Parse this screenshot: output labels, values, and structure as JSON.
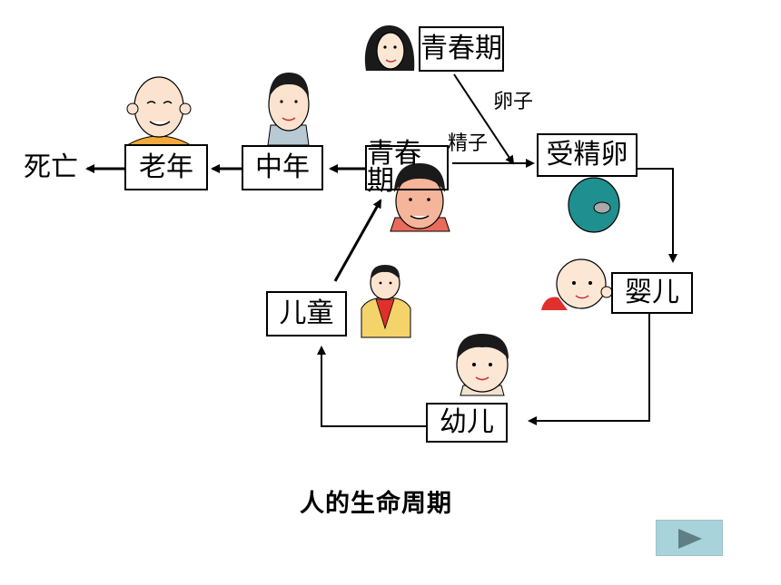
{
  "stages": {
    "youth_top": "青春期",
    "youth_mid": "青春期",
    "zygote": "受精卵",
    "infant": "婴儿",
    "toddler": "幼儿",
    "child": "儿童",
    "middle_age": "中年",
    "old_age": "老年",
    "death": "死亡"
  },
  "labels": {
    "egg": "卵子",
    "sperm": "精子"
  },
  "caption": "人的生命周期",
  "colors": {
    "egg_cell": "#1f8f8f",
    "nucleus": "#a9a9a9",
    "next_button": "#a9d3da"
  }
}
